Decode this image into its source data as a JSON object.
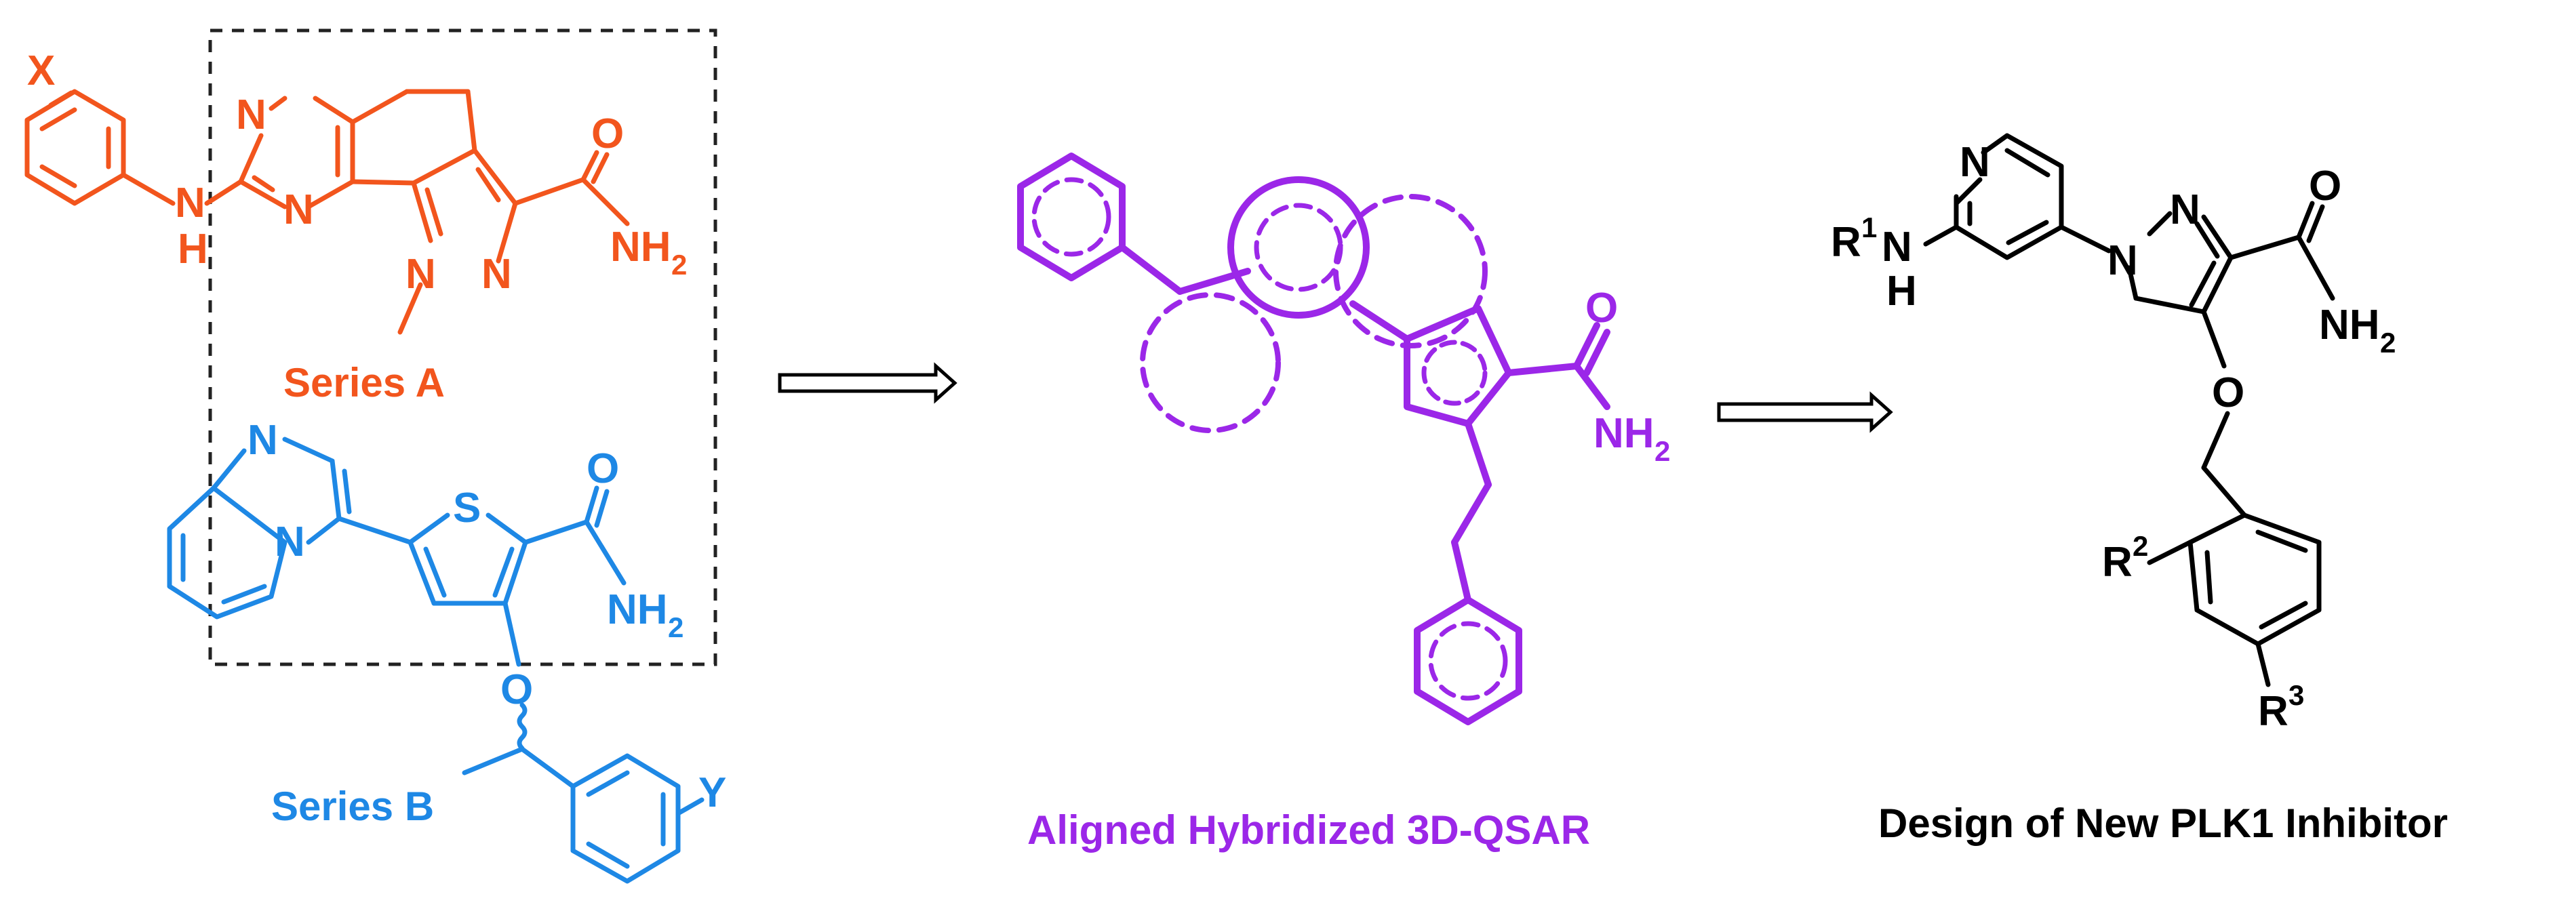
{
  "colors": {
    "series_a": "#f2551d",
    "series_b": "#1e88e5",
    "hybrid": "#9b27e8",
    "design": "#000000",
    "dashed_box": "#222222"
  },
  "captions": {
    "series_a": "Series A",
    "series_b": "Series B",
    "hybrid": "Aligned Hybridized 3D-QSAR",
    "design": "Design of New PLK1 Inhibitor"
  },
  "series_a": {
    "substituent": "X",
    "n_pyrimidine_1": "N",
    "n_pyrimidine_2": "N",
    "amine_n": "N",
    "amine_h": "H",
    "carbonyl_o": "O",
    "pyrazole_n1": "N",
    "pyrazole_n2": "N",
    "amide": "NH",
    "amide_sub": "2"
  },
  "series_b": {
    "imidazole_n": "N",
    "bridge_n": "N",
    "sulfur": "S",
    "carbonyl_o": "O",
    "ether_o": "O",
    "amide": "NH",
    "amide_sub": "2",
    "substituent": "Y"
  },
  "hybrid": {
    "carbonyl_o": "O",
    "amide": "NH",
    "amide_sub": "2"
  },
  "design": {
    "pyridine_n": "N",
    "r1": "R",
    "r1_sup": "1",
    "amine_n": "N",
    "amine_h": "H",
    "pyrazole_n1": "N",
    "pyrazole_n2": "N",
    "carbonyl_o": "O",
    "amide": "NH",
    "amide_sub": "2",
    "ether_o": "O",
    "r2": "R",
    "r2_sup": "2",
    "r3": "R",
    "r3_sup": "3"
  }
}
